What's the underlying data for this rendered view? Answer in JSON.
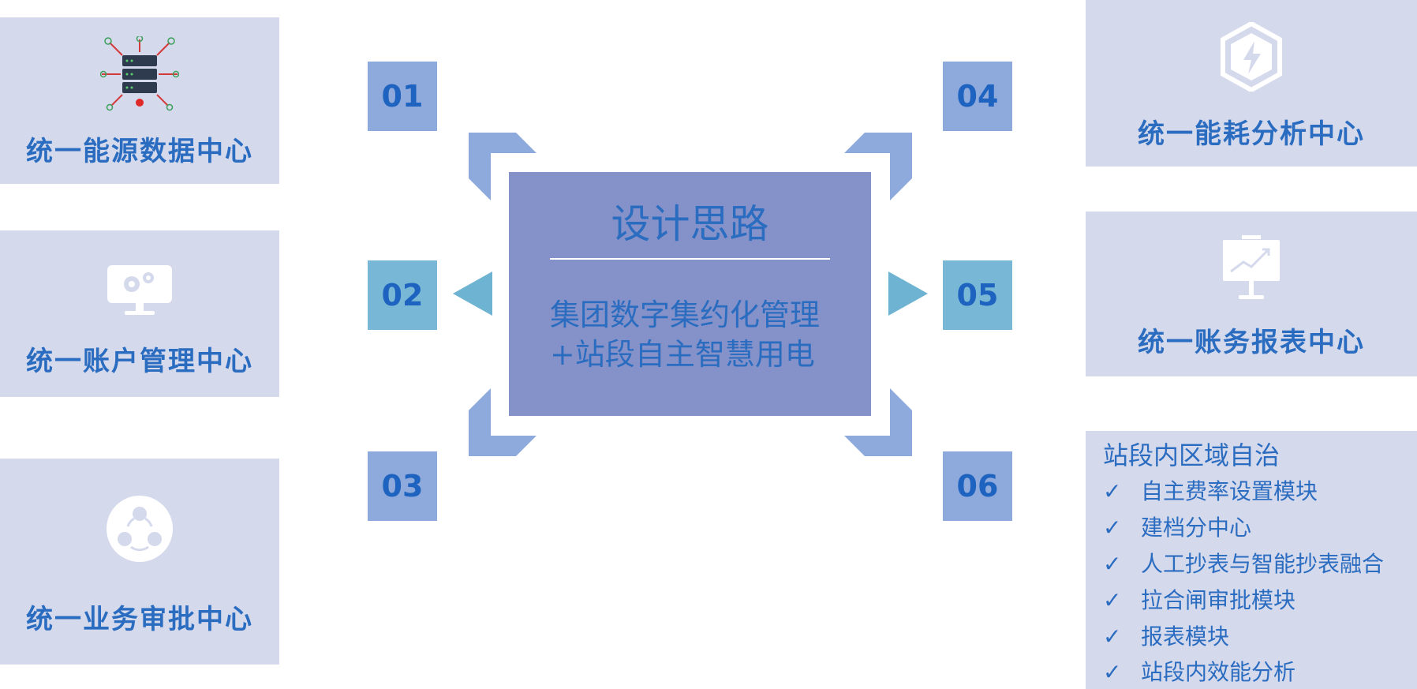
{
  "left_panels": [
    {
      "title": "统一能源数据中心",
      "icon": "server-network-icon"
    },
    {
      "title": "统一账户管理中心",
      "icon": "monitor-gears-icon"
    },
    {
      "title": "统一业务审批中心",
      "icon": "share-nodes-icon"
    }
  ],
  "right_panels": [
    {
      "title": "统一能耗分析中心",
      "icon": "lightning-hexagon-icon"
    },
    {
      "title": "统一账务报表中心",
      "icon": "presentation-chart-icon"
    }
  ],
  "numbers": [
    "01",
    "02",
    "03",
    "04",
    "05",
    "06"
  ],
  "center": {
    "title": "设计思路",
    "line1": "集团数字集约化管理",
    "line2": "+站段自主智慧用电"
  },
  "autonomy": {
    "title": "站段内区域自治",
    "check_mark": "✓",
    "items": [
      "自主费率设置模块",
      "建档分中心",
      "人工抄表与智能抄表融合",
      "拉合闸审批模块",
      "报表模块",
      "站段内效能分析"
    ]
  },
  "colors": {
    "panel": "#d5d9ec",
    "text": "#2a6cc0",
    "center_box": "#8592c9",
    "number_blue": "#8ea9dc",
    "number_teal": "#78b8d6",
    "corner_deco": "#8ea9dc",
    "arrow_teal": "#6fb3d3"
  }
}
